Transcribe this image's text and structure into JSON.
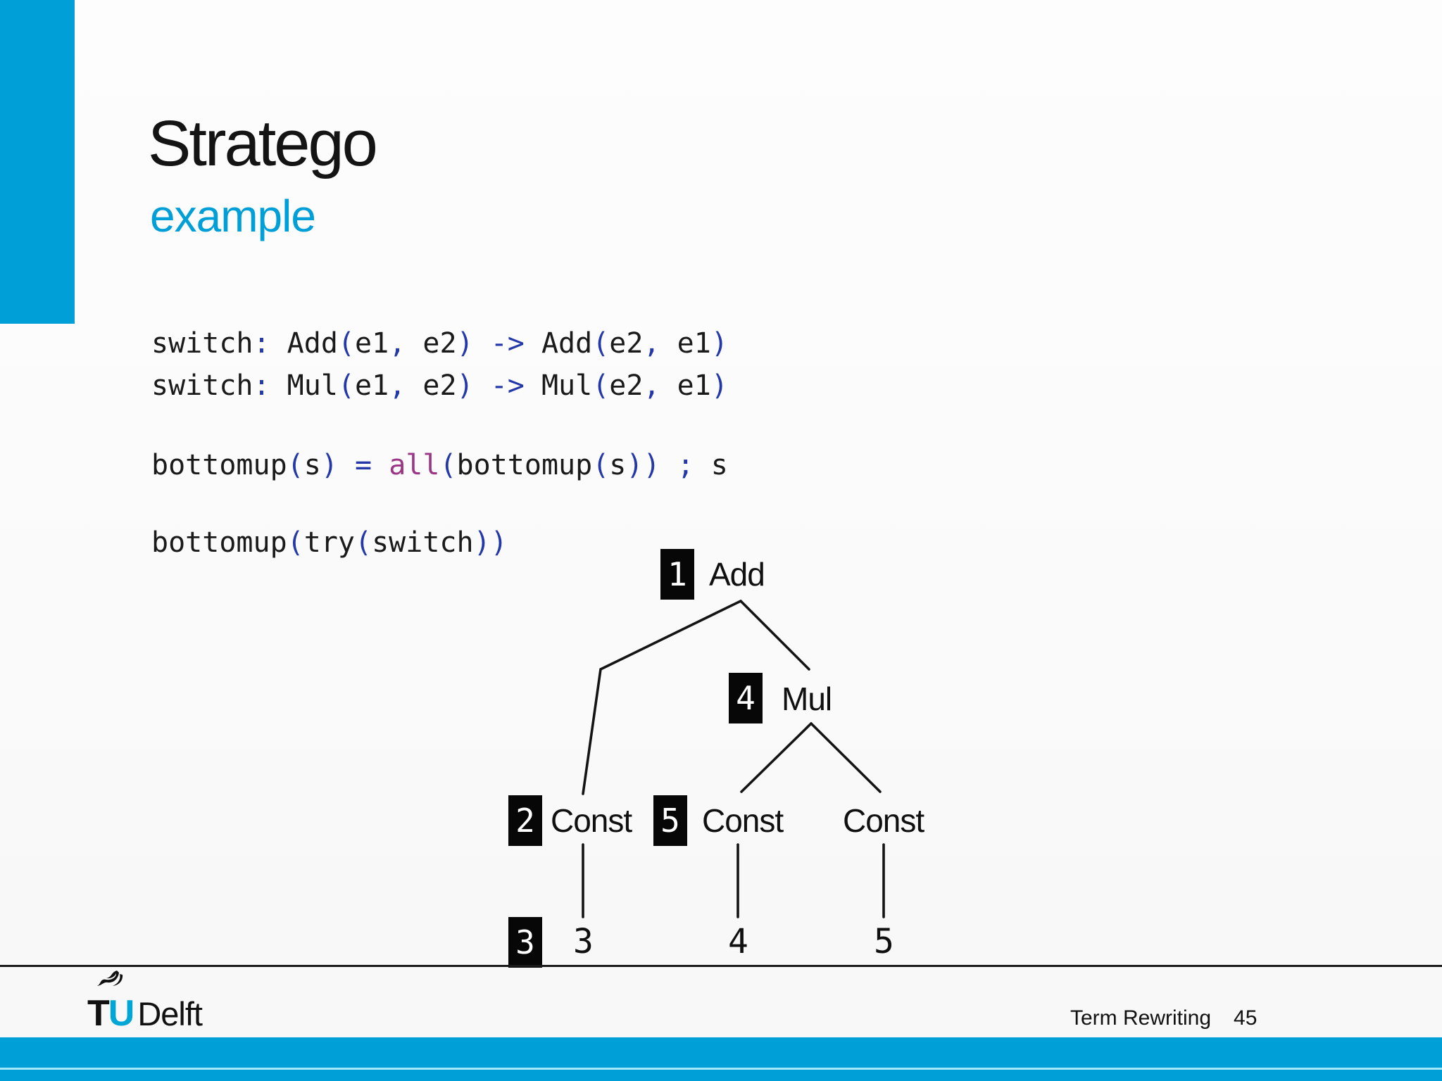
{
  "slide": {
    "title": "Stratego",
    "subtitle": "example",
    "footer_course": "Term Rewriting",
    "footer_page": "45"
  },
  "colors": {
    "accent_cyan": "#009fd8",
    "logo_u_cyan": "#00a6d6",
    "code_punctuation_blue": "#2438aa",
    "code_keyword_magenta": "#9b3585",
    "ink": "#141414",
    "badge_bg": "#070707",
    "badge_fg": "#ffffff",
    "band_separator": "#a8e7f7"
  },
  "code": {
    "lines": [
      {
        "tokens": [
          {
            "t": "switch",
            "c": "b"
          },
          {
            "t": ":",
            "c": "u"
          },
          {
            "t": " Add",
            "c": "b"
          },
          {
            "t": "(",
            "c": "u"
          },
          {
            "t": "e1",
            "c": "b"
          },
          {
            "t": ",",
            "c": "u"
          },
          {
            "t": " e2",
            "c": "b"
          },
          {
            "t": ")",
            "c": "u"
          },
          {
            "t": " -> ",
            "c": "u"
          },
          {
            "t": "Add",
            "c": "b"
          },
          {
            "t": "(",
            "c": "u"
          },
          {
            "t": "e2",
            "c": "b"
          },
          {
            "t": ",",
            "c": "u"
          },
          {
            "t": " e1",
            "c": "b"
          },
          {
            "t": ")",
            "c": "u"
          }
        ]
      },
      {
        "tokens": [
          {
            "t": "switch",
            "c": "b"
          },
          {
            "t": ":",
            "c": "u"
          },
          {
            "t": " Mul",
            "c": "b"
          },
          {
            "t": "(",
            "c": "u"
          },
          {
            "t": "e1",
            "c": "b"
          },
          {
            "t": ",",
            "c": "u"
          },
          {
            "t": " e2",
            "c": "b"
          },
          {
            "t": ")",
            "c": "u"
          },
          {
            "t": " -> ",
            "c": "u"
          },
          {
            "t": "Mul",
            "c": "b"
          },
          {
            "t": "(",
            "c": "u"
          },
          {
            "t": "e2",
            "c": "b"
          },
          {
            "t": ",",
            "c": "u"
          },
          {
            "t": " e1",
            "c": "b"
          },
          {
            "t": ")",
            "c": "u"
          }
        ]
      },
      {
        "tokens": [
          {
            "t": "bottomup",
            "c": "b"
          },
          {
            "t": "(",
            "c": "u"
          },
          {
            "t": "s",
            "c": "b"
          },
          {
            "t": ")",
            "c": "u"
          },
          {
            "t": " = ",
            "c": "u"
          },
          {
            "t": "all",
            "c": "m"
          },
          {
            "t": "(",
            "c": "u"
          },
          {
            "t": "bottomup",
            "c": "b"
          },
          {
            "t": "(",
            "c": "u"
          },
          {
            "t": "s",
            "c": "b"
          },
          {
            "t": "))",
            "c": "u"
          },
          {
            "t": " ; ",
            "c": "u"
          },
          {
            "t": "s",
            "c": "b"
          }
        ]
      },
      {
        "tokens": [
          {
            "t": "bottomup",
            "c": "b"
          },
          {
            "t": "(",
            "c": "u"
          },
          {
            "t": "try",
            "c": "b"
          },
          {
            "t": "(",
            "c": "u"
          },
          {
            "t": "switch",
            "c": "b"
          },
          {
            "t": "))",
            "c": "u"
          }
        ]
      }
    ]
  },
  "tree": {
    "root": {
      "badge": "1",
      "label": "Add"
    },
    "mul": {
      "badge": "4",
      "label": "Mul"
    },
    "const1": {
      "badge": "2",
      "label": "Const"
    },
    "const2": {
      "badge": "5",
      "label": "Const"
    },
    "const3": {
      "label": "Const"
    },
    "leaf_badge": "3",
    "leaf1": "3",
    "leaf2": "4",
    "leaf3": "5"
  },
  "logo": {
    "t": "T",
    "u": "U",
    "delft": "Delft"
  }
}
